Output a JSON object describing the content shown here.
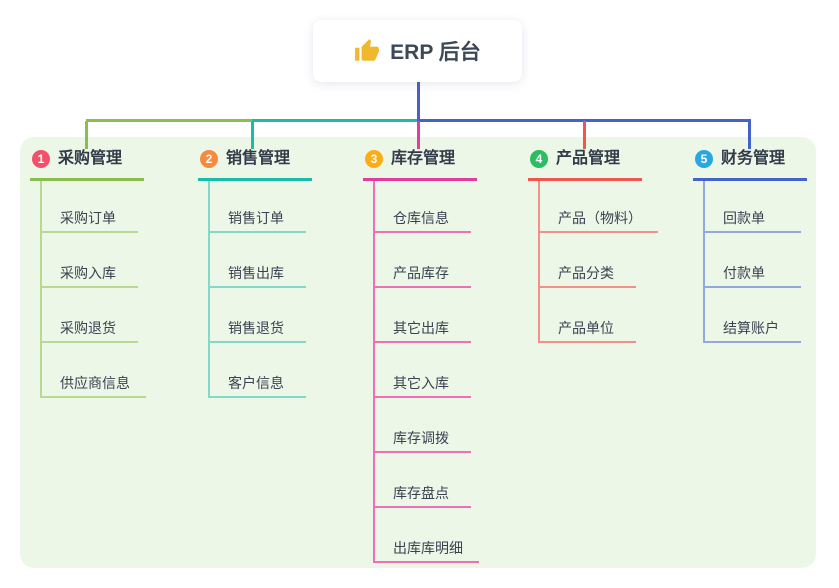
{
  "root": {
    "label": "ERP 后台",
    "icon": "thumbs-up-icon",
    "icon_color": "#F2B82D"
  },
  "panel": {
    "background": "#EDF7E8"
  },
  "connector_root_color": "#4A5FC9",
  "branches": [
    {
      "index": "1",
      "label": "采购管理",
      "badge_color": "#F4506A",
      "line_color": "#8CBE4F",
      "child_line_color": "#B7DA90",
      "children": [
        "采购订单",
        "采购入库",
        "采购退货",
        "供应商信息"
      ]
    },
    {
      "index": "2",
      "label": "销售管理",
      "badge_color": "#F78A3D",
      "line_color": "#19BCA8",
      "child_line_color": "#82D8C9",
      "children": [
        "销售订单",
        "销售出库",
        "销售退货",
        "客户信息"
      ]
    },
    {
      "index": "3",
      "label": "库存管理",
      "badge_color": "#FBAD18",
      "line_color": "#E23C9E",
      "child_line_color": "#F06FB7",
      "children": [
        "仓库信息",
        "产品库存",
        "其它出库",
        "其它入库",
        "库存调拨",
        "库存盘点",
        "出库库明细"
      ]
    },
    {
      "index": "4",
      "label": "产品管理",
      "badge_color": "#2ABD62",
      "line_color": "#F2554F",
      "child_line_color": "#F59089",
      "children": [
        "产品（物料）",
        "产品分类",
        "产品单位"
      ]
    },
    {
      "index": "5",
      "label": "财务管理",
      "badge_color": "#28A8E0",
      "line_color": "#4363CB",
      "child_line_color": "#93A8DF",
      "children": [
        "回款单",
        "付款单",
        "结算账户"
      ]
    }
  ]
}
